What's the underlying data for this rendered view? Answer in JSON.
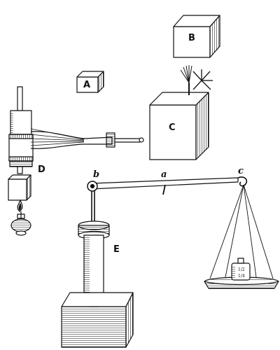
{
  "labels": {
    "A": "A",
    "B": "B",
    "C": "C",
    "D": "D",
    "E": "E",
    "a": "a",
    "b": "b",
    "c": "c"
  },
  "weight": {
    "top": "1/2",
    "bottom": "1/4"
  }
}
